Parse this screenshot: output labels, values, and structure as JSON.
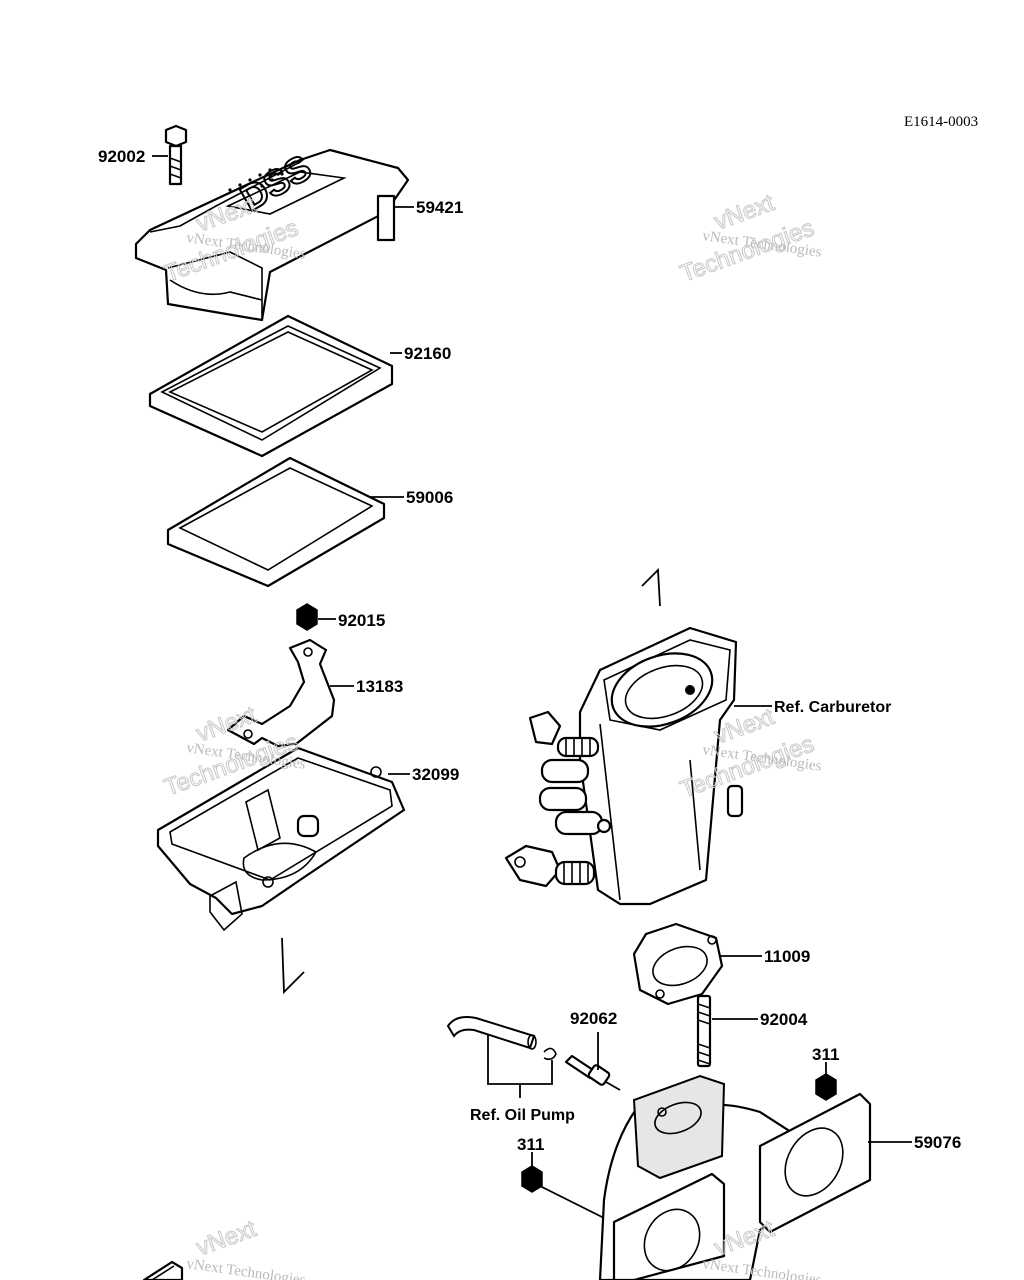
{
  "diagram_code": "E1614-0003",
  "parts": {
    "p92002": "92002",
    "p59421": "59421",
    "p92160": "92160",
    "p59006": "59006",
    "p92015": "92015",
    "p13183": "13183",
    "p32099": "32099",
    "p11009": "11009",
    "p92062": "92062",
    "p92004": "92004",
    "p311a": "311",
    "p311b": "311",
    "p59076": "59076"
  },
  "references": {
    "carburetor": "Ref. Carburetor",
    "oil_pump": "Ref. Oil Pump"
  },
  "watermark": {
    "line1": "vNext Technologies",
    "line2a": "vNext",
    "line2b": "Technologies"
  }
}
